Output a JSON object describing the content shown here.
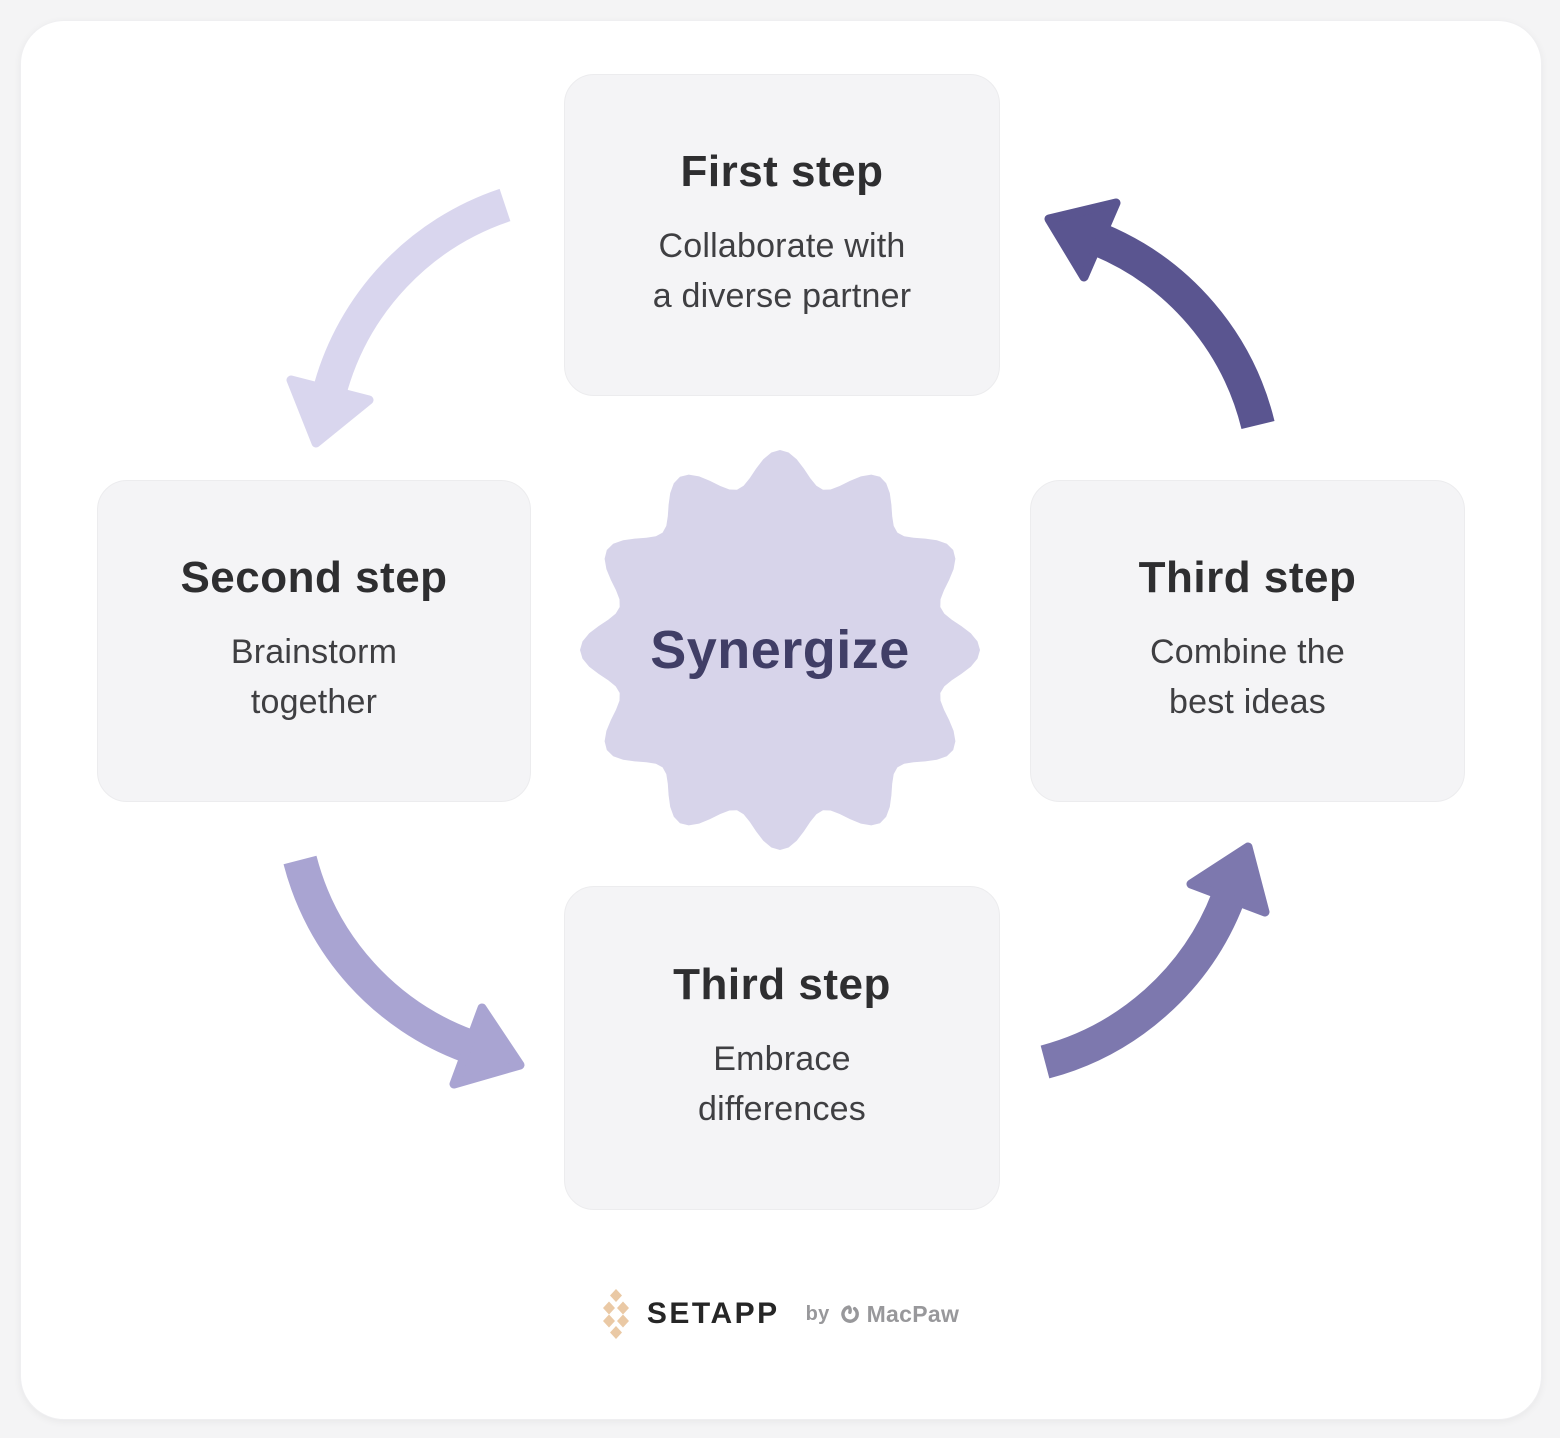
{
  "center": {
    "label": "Synergize"
  },
  "steps": [
    {
      "id": "top",
      "title": "First step",
      "description": "Collaborate with\na diverse partner"
    },
    {
      "id": "left",
      "title": "Second step",
      "description": "Brainstorm\ntogether"
    },
    {
      "id": "bottom",
      "title": "Third step",
      "description": "Embrace\ndifferences"
    },
    {
      "id": "right",
      "title": "Third step",
      "description": "Combine the\nbest ideas"
    }
  ],
  "footer": {
    "brand": "SETAPP",
    "by": "by",
    "company": "MacPaw"
  },
  "colors": {
    "badge": "#d7d4ea",
    "badge_text": "#403e66",
    "arrow_top_left": "#d9d6ee",
    "arrow_bottom_left": "#a9a4d2",
    "arrow_bottom_right": "#7d78ae",
    "arrow_top_right": "#5a5590",
    "setapp_icon": "#eac9a5",
    "macpaw_gray": "#98989b"
  }
}
